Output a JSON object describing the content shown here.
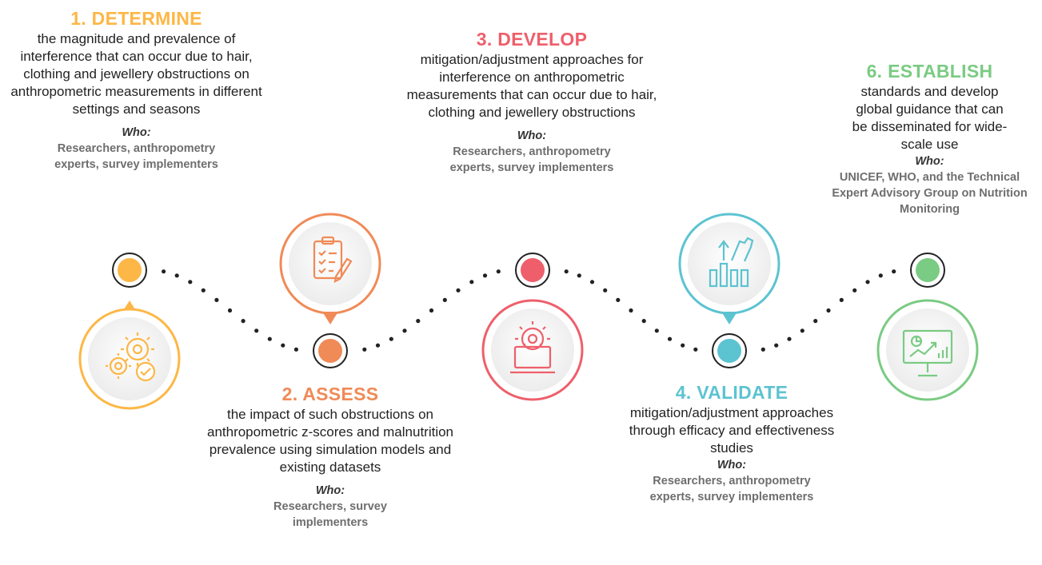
{
  "colors": {
    "step1": "#FDB746",
    "step2": "#F08A57",
    "step3": "#EE5F6B",
    "step4": "#5CC3D1",
    "step6": "#7ACB83",
    "connector": "#222222",
    "who_text": "#6e6e6e"
  },
  "steps": [
    {
      "heading": "1. DETERMINE",
      "description": "the magnitude and prevalence of interference that can occur due to hair, clothing and jewellery obstructions on anthropometric measurements in different settings and seasons",
      "who_label": "Who:",
      "who": "Researchers, anthropometry experts, survey implementers",
      "icon": "gears-check-icon"
    },
    {
      "heading": "2. ASSESS",
      "description": "the impact of such obstructions on anthropometric z-scores and malnutrition prevalence using simulation models and existing datasets",
      "who_label": "Who:",
      "who": "Researchers, survey implementers",
      "icon": "clipboard-pencil-icon"
    },
    {
      "heading": "3. DEVELOP",
      "description": "mitigation/adjustment approaches for interference on anthropometric measurements that can occur due to hair, clothing and jewellery obstructions",
      "who_label": "Who:",
      "who": "Researchers, anthropometry experts, survey implementers",
      "icon": "gear-laptop-icon"
    },
    {
      "heading": "4. VALIDATE",
      "description": "mitigation/adjustment approaches through efficacy and effectiveness studies",
      "who_label": "Who:",
      "who": "Researchers, anthropometry experts, survey implementers",
      "icon": "bar-chart-hand-icon"
    },
    {
      "heading": "6. ESTABLISH",
      "description": "standards and develop global guidance that can be disseminated for wide-scale use",
      "who_label": "Who:",
      "who": "UNICEF, WHO, and the Technical Expert Advisory Group on Nutrition Monitoring",
      "icon": "presentation-chart-icon"
    }
  ]
}
